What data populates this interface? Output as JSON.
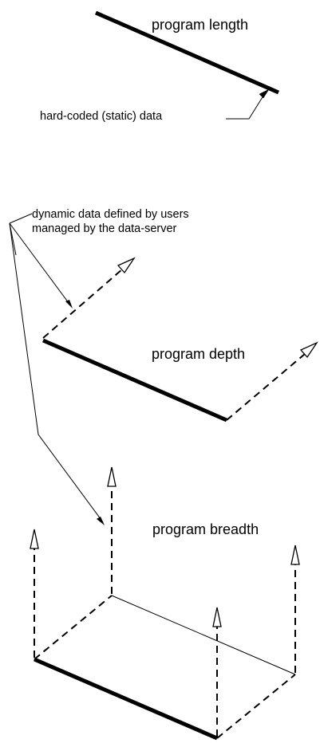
{
  "labels": {
    "program_length": "program length",
    "static_data": "hard-coded (static) data",
    "dynamic_line1": "dynamic data defined by users",
    "dynamic_line2": "managed by the data-server",
    "program_depth": "program depth",
    "program_breadth": "program breadth"
  },
  "colors": {
    "ink": "#000000",
    "background": "#ffffff"
  }
}
